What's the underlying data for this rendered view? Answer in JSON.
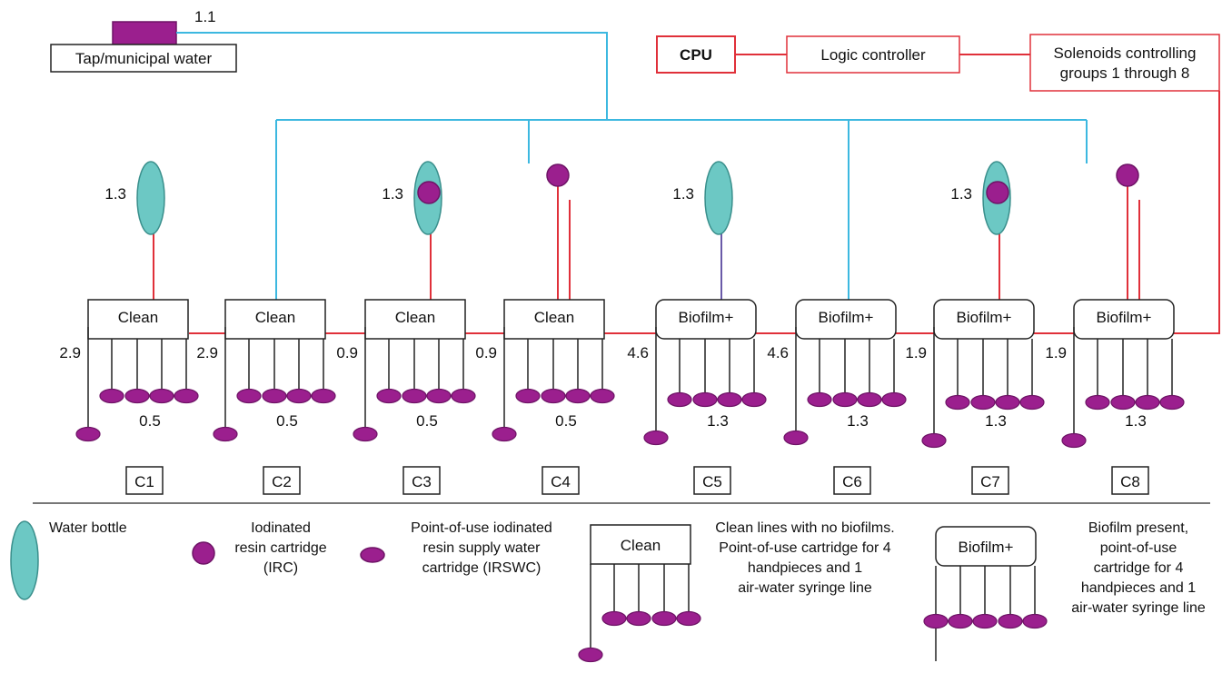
{
  "source": {
    "label": "Tap/municipal water",
    "value": "1.1"
  },
  "control": {
    "cpu": "CPU",
    "logic": "Logic controller",
    "solenoids_line1": "Solenoids controlling",
    "solenoids_line2": "groups 1 through 8"
  },
  "units": [
    {
      "id": "C1",
      "status": "Clean",
      "bottle": true,
      "irc": false,
      "top_label": "1.3",
      "left_value": "2.9",
      "bottom_value": "0.5"
    },
    {
      "id": "C2",
      "status": "Clean",
      "bottle": false,
      "irc": false,
      "top_label": "",
      "left_value": "2.9",
      "bottom_value": "0.5"
    },
    {
      "id": "C3",
      "status": "Clean",
      "bottle": true,
      "irc": true,
      "top_label": "1.3",
      "left_value": "0.9",
      "bottom_value": "0.5"
    },
    {
      "id": "C4",
      "status": "Clean",
      "bottle": false,
      "irc": true,
      "top_label": "",
      "left_value": "0.9",
      "bottom_value": "0.5"
    },
    {
      "id": "C5",
      "status": "Biofilm+",
      "bottle": true,
      "irc": false,
      "top_label": "1.3",
      "left_value": "4.6",
      "bottom_value": "1.3"
    },
    {
      "id": "C6",
      "status": "Biofilm+",
      "bottle": false,
      "irc": false,
      "top_label": "",
      "left_value": "4.6",
      "bottom_value": "1.3"
    },
    {
      "id": "C7",
      "status": "Biofilm+",
      "bottle": true,
      "irc": true,
      "top_label": "1.3",
      "left_value": "1.9",
      "bottom_value": "1.3"
    },
    {
      "id": "C8",
      "status": "Biofilm+",
      "bottle": false,
      "irc": true,
      "top_label": "",
      "left_value": "1.9",
      "bottom_value": "1.3"
    }
  ],
  "legend": {
    "water_bottle": "Water bottle",
    "irc": [
      "Iodinated",
      "resin cartridge",
      "(IRC)"
    ],
    "irswc": [
      "Point-of-use iodinated",
      "resin supply water",
      "cartridge (IRSWC)"
    ],
    "clean_box": "Clean",
    "clean_desc": [
      "Clean lines with no biofilms.",
      "Point-of-use cartridge for 4",
      "handpieces and 1",
      "air-water syringe line"
    ],
    "biofilm_box": "Biofilm+",
    "biofilm_desc": [
      "Biofilm present,",
      "point-of-use",
      "cartridge for 4",
      "handpieces and 1",
      "air-water syringe line"
    ]
  },
  "colors": {
    "water_line": "#3cb8e0",
    "control_line": "#e0303a",
    "purple": "#9b1f8e",
    "purple_dark": "#6e1466",
    "bottle_fill": "#6cc8c4",
    "bottle_stroke": "#3a8f8c",
    "violet_line": "#6a5aa8"
  }
}
